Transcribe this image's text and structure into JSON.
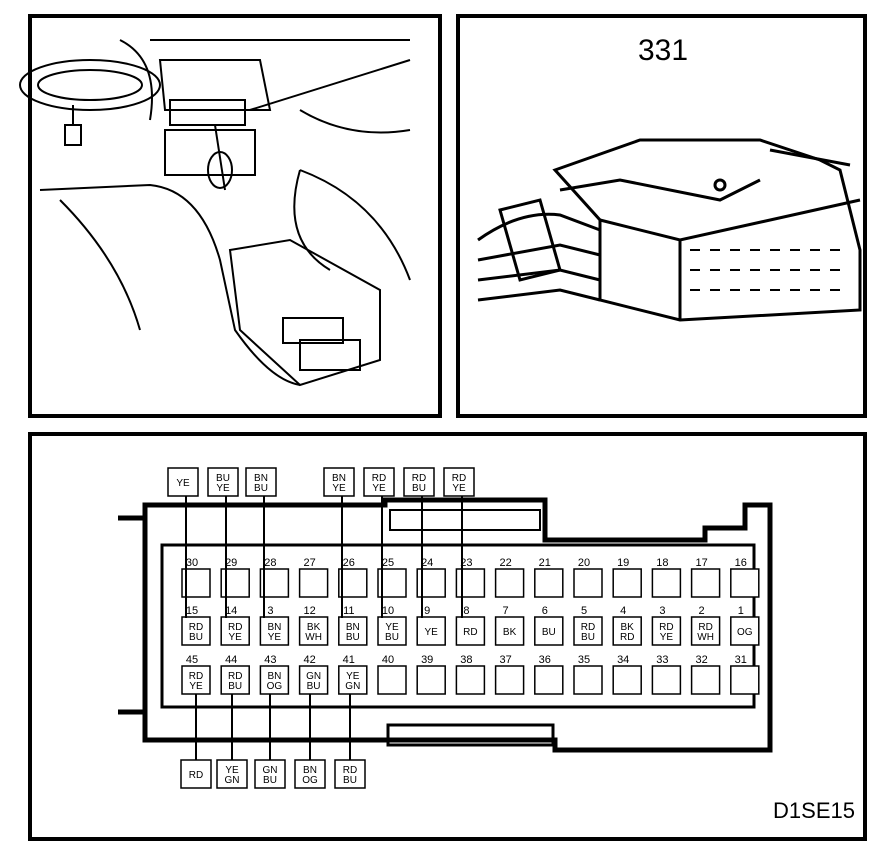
{
  "connector_title": "331",
  "figure_code": "D1SE15",
  "rows": {
    "top": [
      {
        "num": "30",
        "color": ""
      },
      {
        "num": "29",
        "color": ""
      },
      {
        "num": "28",
        "color": ""
      },
      {
        "num": "27",
        "color": ""
      },
      {
        "num": "26",
        "color": ""
      },
      {
        "num": "25",
        "color": ""
      },
      {
        "num": "24",
        "color": ""
      },
      {
        "num": "23",
        "color": ""
      },
      {
        "num": "22",
        "color": ""
      },
      {
        "num": "21",
        "color": ""
      },
      {
        "num": "20",
        "color": ""
      },
      {
        "num": "19",
        "color": ""
      },
      {
        "num": "18",
        "color": ""
      },
      {
        "num": "17",
        "color": ""
      },
      {
        "num": "16",
        "color": ""
      }
    ],
    "middle": [
      {
        "num": "15",
        "color": "RD\nBU"
      },
      {
        "num": "14",
        "color": "RD\nYE"
      },
      {
        "num": "3",
        "color": "BN\nYE"
      },
      {
        "num": "12",
        "color": "BK\nWH"
      },
      {
        "num": "11",
        "color": "BN\nBU"
      },
      {
        "num": "10",
        "color": "YE\nBU"
      },
      {
        "num": "9",
        "color": "YE"
      },
      {
        "num": "8",
        "color": "RD"
      },
      {
        "num": "7",
        "color": "BK"
      },
      {
        "num": "6",
        "color": "BU"
      },
      {
        "num": "5",
        "color": "RD\nBU"
      },
      {
        "num": "4",
        "color": "BK\nRD"
      },
      {
        "num": "3",
        "color": "RD\nYE"
      },
      {
        "num": "2",
        "color": "RD\nWH"
      },
      {
        "num": "1",
        "color": "OG"
      }
    ],
    "bottom": [
      {
        "num": "45",
        "color": "RD\nYE"
      },
      {
        "num": "44",
        "color": "RD\nBU"
      },
      {
        "num": "43",
        "color": "BN\nOG"
      },
      {
        "num": "42",
        "color": "GN\nBU"
      },
      {
        "num": "41",
        "color": "YE\nGN"
      },
      {
        "num": "40",
        "color": ""
      },
      {
        "num": "39",
        "color": ""
      },
      {
        "num": "38",
        "color": ""
      },
      {
        "num": "37",
        "color": ""
      },
      {
        "num": "36",
        "color": ""
      },
      {
        "num": "35",
        "color": ""
      },
      {
        "num": "34",
        "color": ""
      },
      {
        "num": "33",
        "color": ""
      },
      {
        "num": "32",
        "color": ""
      },
      {
        "num": "31",
        "color": ""
      }
    ]
  },
  "top_wire_labels": [
    "YE",
    "BU\nYE",
    "BN\nBU",
    "BN\nYE",
    "RD\nYE",
    "RD\nBU",
    "RD\nYE"
  ],
  "bottom_wire_labels": [
    "RD",
    "YE\nGN",
    "GN\nBU",
    "BN\nOG",
    "RD\nBU"
  ]
}
